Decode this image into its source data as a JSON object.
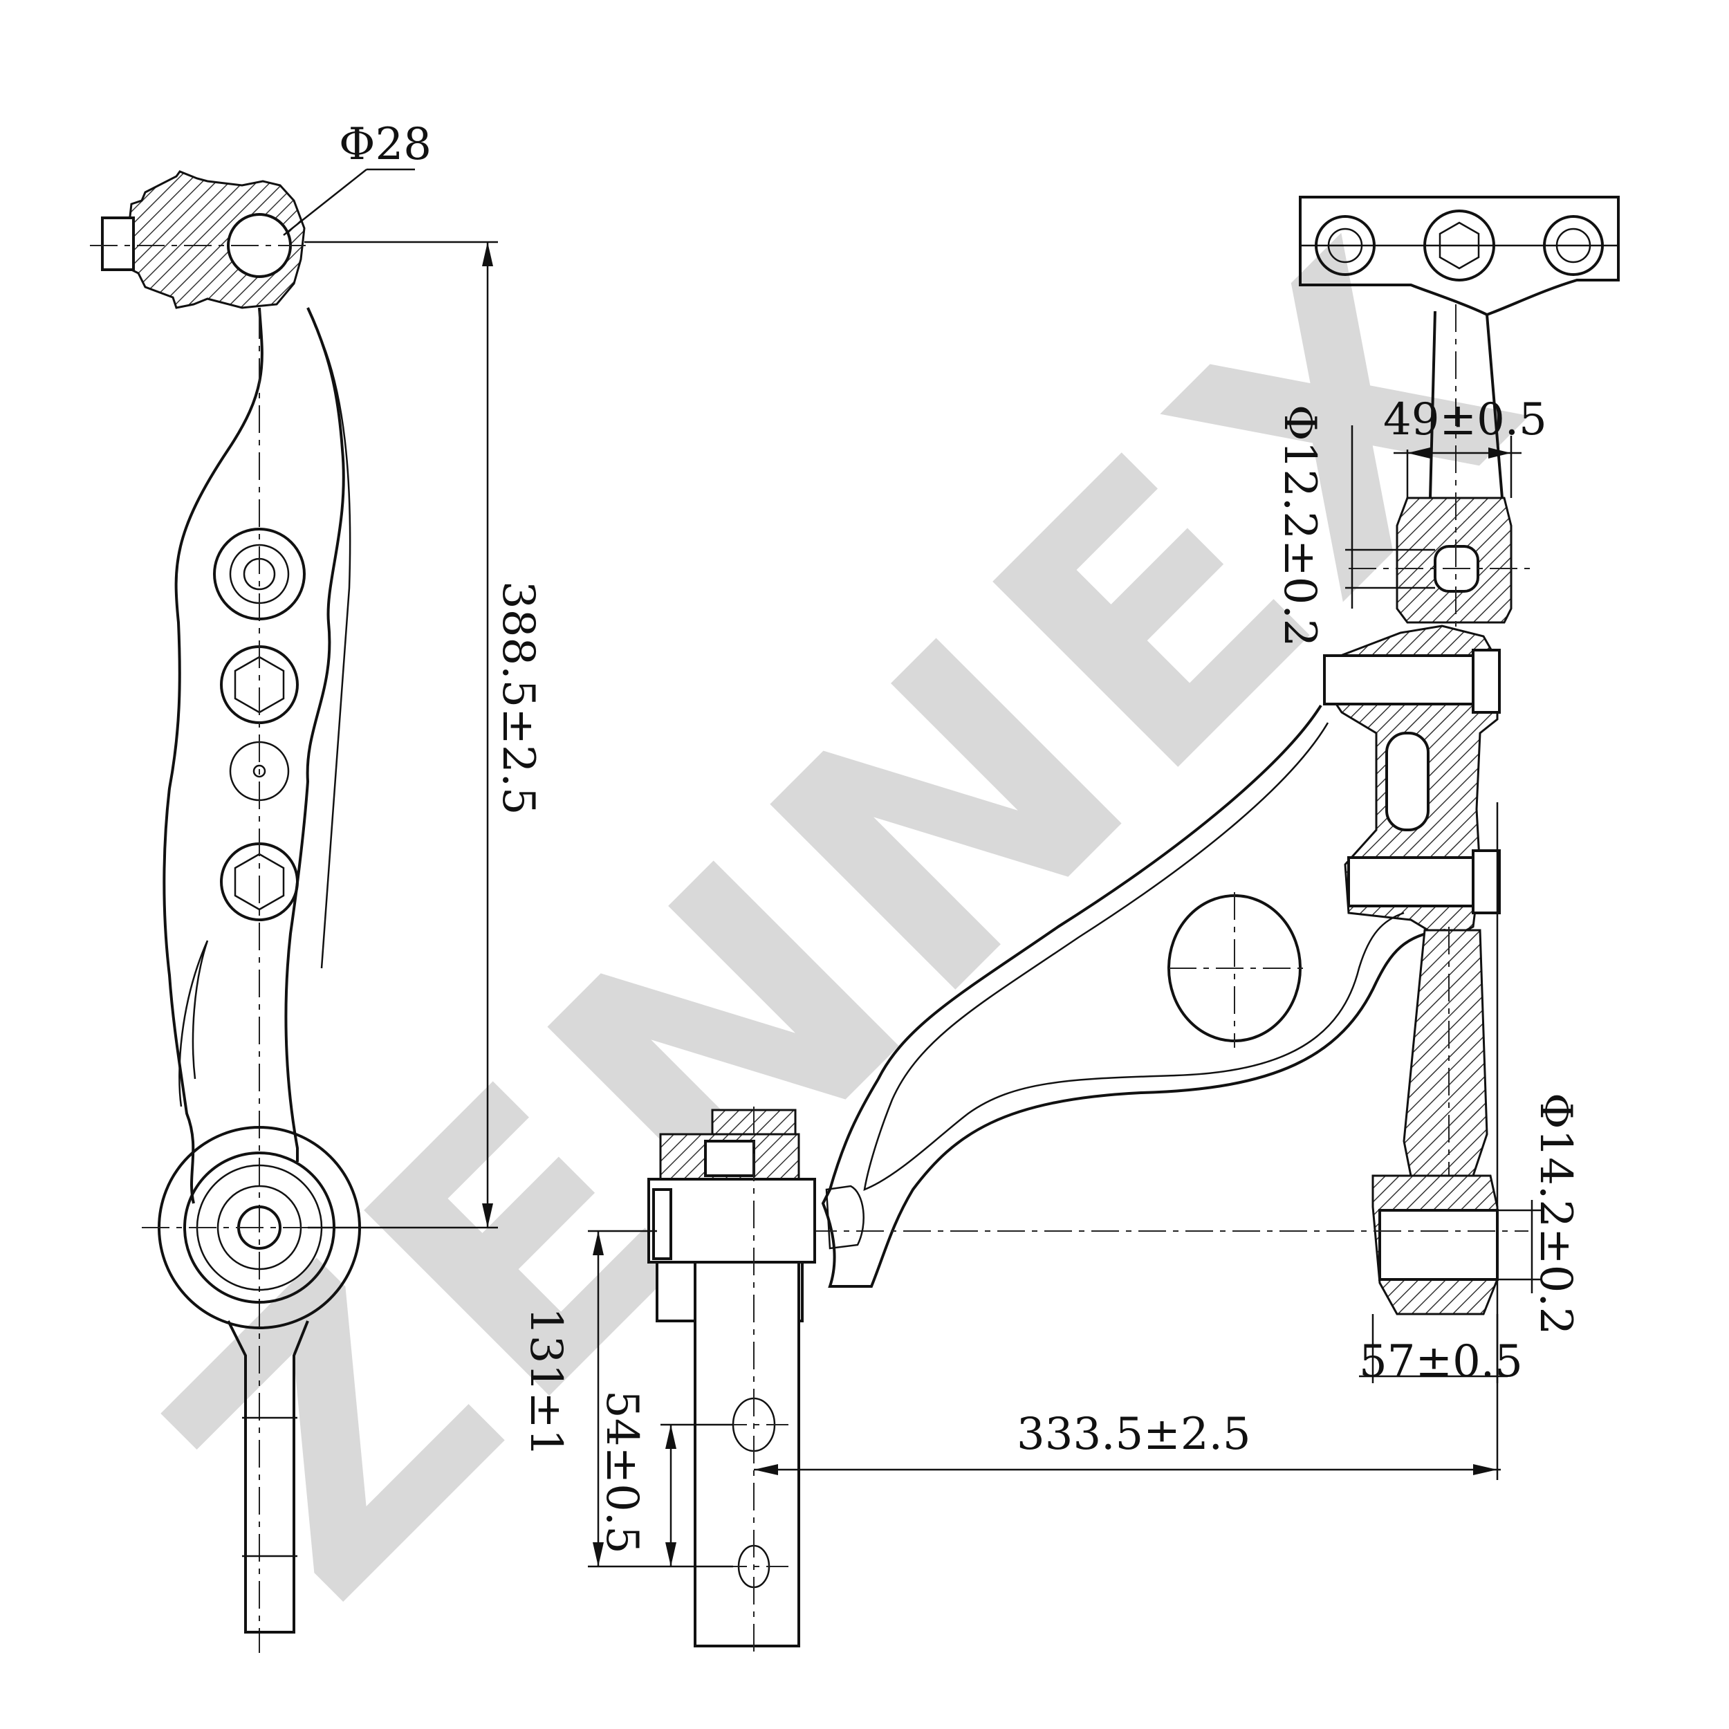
{
  "watermark": "ZENNEX",
  "dimensions": {
    "ball_stud_diameter": "Φ28",
    "overall_length": "388.5±2.5",
    "top_bushing_diameter": "Φ12.2±0.2",
    "top_bushing_width": "49±0.5",
    "bottom_bushing_diameter": "Φ14.2±0.2",
    "bottom_bushing_width": "57±0.5",
    "arm_span": "333.5±2.5",
    "height_offset": "131±1",
    "hole_spacing": "54±0.5"
  },
  "colors": {
    "watermark": "#d9d9d9",
    "line": "#111111"
  }
}
